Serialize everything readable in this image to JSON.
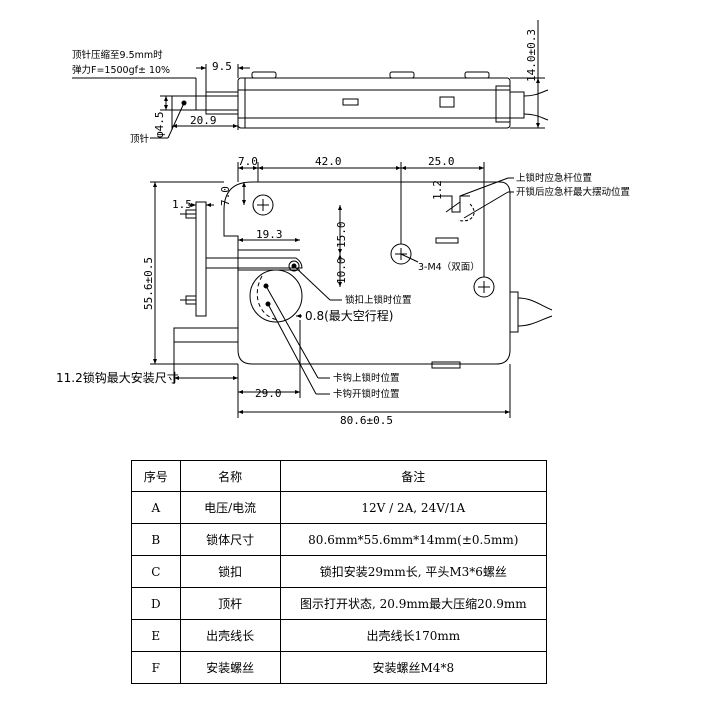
{
  "top_view": {
    "note_line1": "顶针压缩至9.5mm时",
    "note_line2": "弹力F=1500gf± 10%",
    "dim_9_5": "9.5",
    "dim_20_9": "20.9",
    "dim_phi_4_5": "φ4.5",
    "label_pin": "顶针",
    "dim_height": "14.0±0.3"
  },
  "front_view": {
    "dim_7_0_h": "7.0",
    "dim_42_0": "42.0",
    "dim_25_0": "25.0",
    "dim_7_0_v": "7.0",
    "dim_1_2": "1.2",
    "dim_1_5": "1.5",
    "dim_19_3": "19.3",
    "dim_15_0": "15.0",
    "dim_10_0": "10.0",
    "dim_55_6": "55.6±0.5",
    "dim_0_8": "0.8(最大空行程)",
    "dim_11_2": "11.2锁钩最大安装尺寸",
    "dim_29_0": "29.0",
    "dim_80_6": "80.6±0.5",
    "label_screws": "3-M4（双面）",
    "label_upper_lock_lever": "上锁时应急杆位置",
    "label_open_lever_max": "开锁后应急杆最大摆动位置",
    "label_buckle_locked": "锁扣上锁时位置",
    "label_hook_locked": "卡钩上锁时位置",
    "label_hook_open": "卡钩开锁时位置"
  },
  "spec_table": {
    "headers": [
      "序号",
      "名称",
      "备注"
    ],
    "rows": [
      [
        "A",
        "电压/电流",
        "12V / 2A, 24V/1A"
      ],
      [
        "B",
        "锁体尺寸",
        "80.6mm*55.6mm*14mm(±0.5mm)"
      ],
      [
        "C",
        "锁扣",
        "锁扣安装29mm长, 平头M3*6螺丝"
      ],
      [
        "D",
        "顶杆",
        "图示打开状态, 20.9mm最大压缩20.9mm"
      ],
      [
        "E",
        "出壳线长",
        "出壳线长170mm"
      ],
      [
        "F",
        "安装螺丝",
        "安装螺丝M4*8"
      ]
    ]
  }
}
